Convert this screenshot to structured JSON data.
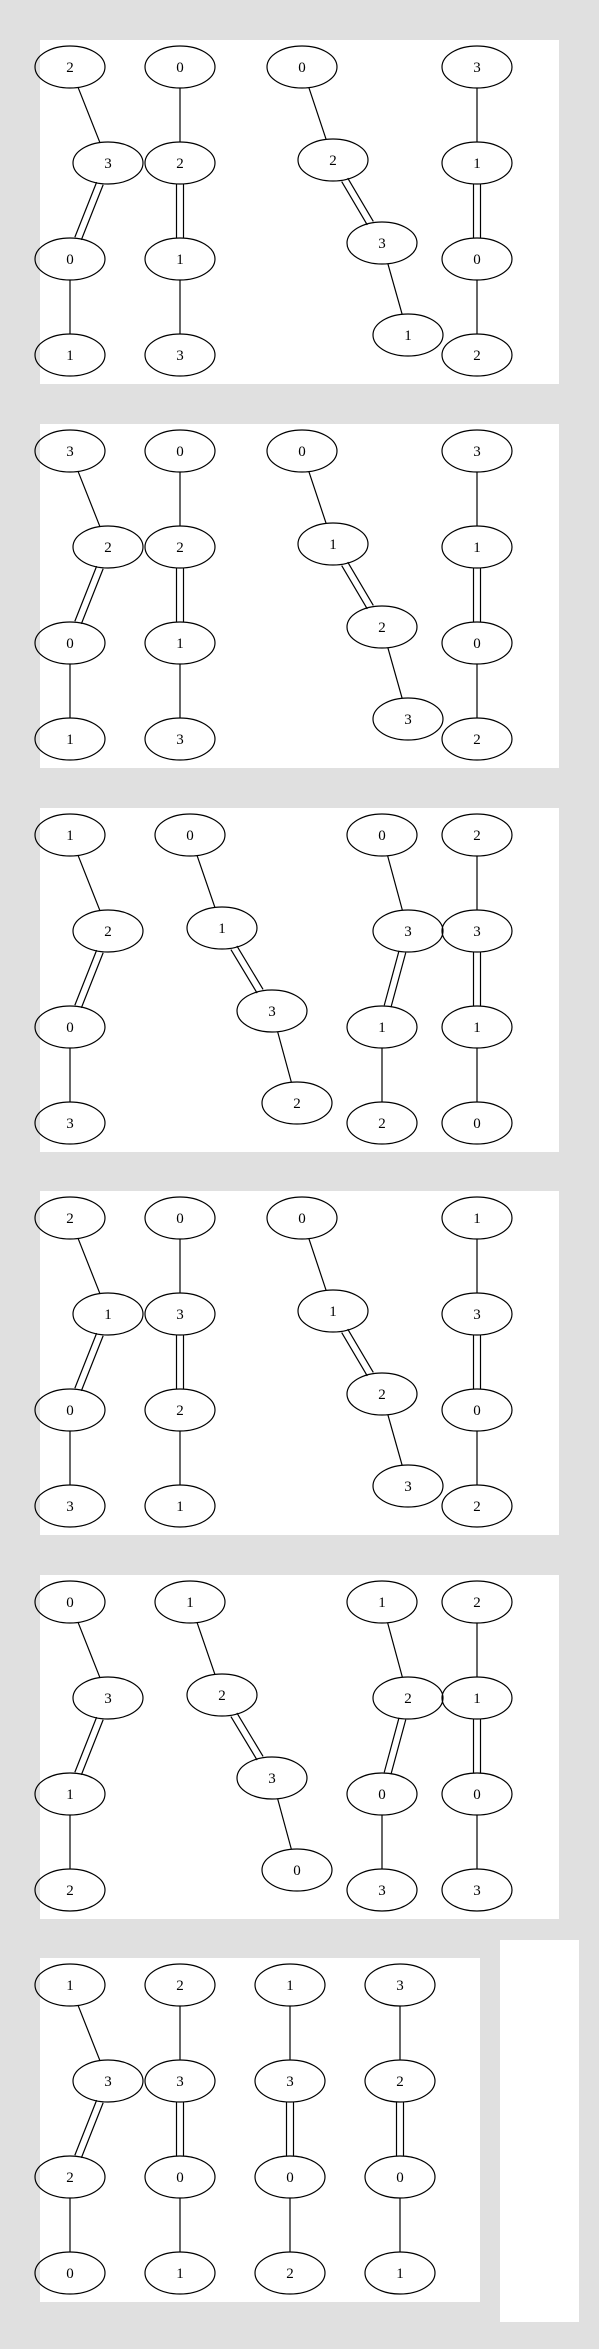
{
  "colors": {
    "background": "#e0e0e0",
    "panel": "#ffffff",
    "stroke": "#000000",
    "text": "#000000"
  },
  "panels": [
    {
      "graphs": [
        {
          "labels": [
            "2",
            "3",
            "0",
            "1"
          ],
          "shape": "straight"
        },
        {
          "labels": [
            "0",
            "2",
            "1",
            "3"
          ],
          "shape": "straight"
        },
        {
          "labels": [
            "0",
            "2",
            "3",
            "1"
          ],
          "shape": "diagonal"
        },
        {
          "labels": [
            "3",
            "1",
            "0",
            "2"
          ],
          "shape": "straight"
        }
      ]
    },
    {
      "graphs": [
        {
          "labels": [
            "3",
            "2",
            "0",
            "1"
          ],
          "shape": "straight"
        },
        {
          "labels": [
            "0",
            "2",
            "1",
            "3"
          ],
          "shape": "straight"
        },
        {
          "labels": [
            "0",
            "1",
            "2",
            "3"
          ],
          "shape": "diagonal"
        },
        {
          "labels": [
            "3",
            "1",
            "0",
            "2"
          ],
          "shape": "straight"
        }
      ]
    },
    {
      "graphs": [
        {
          "labels": [
            "1",
            "2",
            "0",
            "3"
          ],
          "shape": "straight"
        },
        {
          "labels": [
            "0",
            "1",
            "3",
            "2"
          ],
          "shape": "diagonal"
        },
        {
          "labels": [
            "0",
            "3",
            "1",
            "2"
          ],
          "shape": "straight"
        },
        {
          "labels": [
            "2",
            "3",
            "1",
            "0"
          ],
          "shape": "straight"
        }
      ]
    },
    {
      "graphs": [
        {
          "labels": [
            "2",
            "1",
            "0",
            "3"
          ],
          "shape": "straight"
        },
        {
          "labels": [
            "0",
            "3",
            "2",
            "1"
          ],
          "shape": "straight"
        },
        {
          "labels": [
            "0",
            "1",
            "2",
            "3"
          ],
          "shape": "diagonal"
        },
        {
          "labels": [
            "1",
            "3",
            "0",
            "2"
          ],
          "shape": "straight"
        }
      ]
    },
    {
      "graphs": [
        {
          "labels": [
            "0",
            "3",
            "1",
            "2"
          ],
          "shape": "straight"
        },
        {
          "labels": [
            "1",
            "2",
            "3",
            "0"
          ],
          "shape": "diagonal"
        },
        {
          "labels": [
            "1",
            "2",
            "0",
            "3"
          ],
          "shape": "straight"
        },
        {
          "labels": [
            "2",
            "1",
            "0",
            "3"
          ],
          "shape": "straight"
        }
      ]
    },
    {
      "graphs": [
        {
          "labels": [
            "1",
            "3",
            "2",
            "0"
          ],
          "shape": "straight"
        },
        {
          "labels": [
            "2",
            "3",
            "0",
            "1"
          ],
          "shape": "straight"
        },
        {
          "labels": [
            "1",
            "3",
            "0",
            "2"
          ],
          "shape": "straight"
        },
        {
          "labels": [
            "3",
            "2",
            "0",
            "1"
          ],
          "shape": "straight"
        }
      ]
    }
  ]
}
